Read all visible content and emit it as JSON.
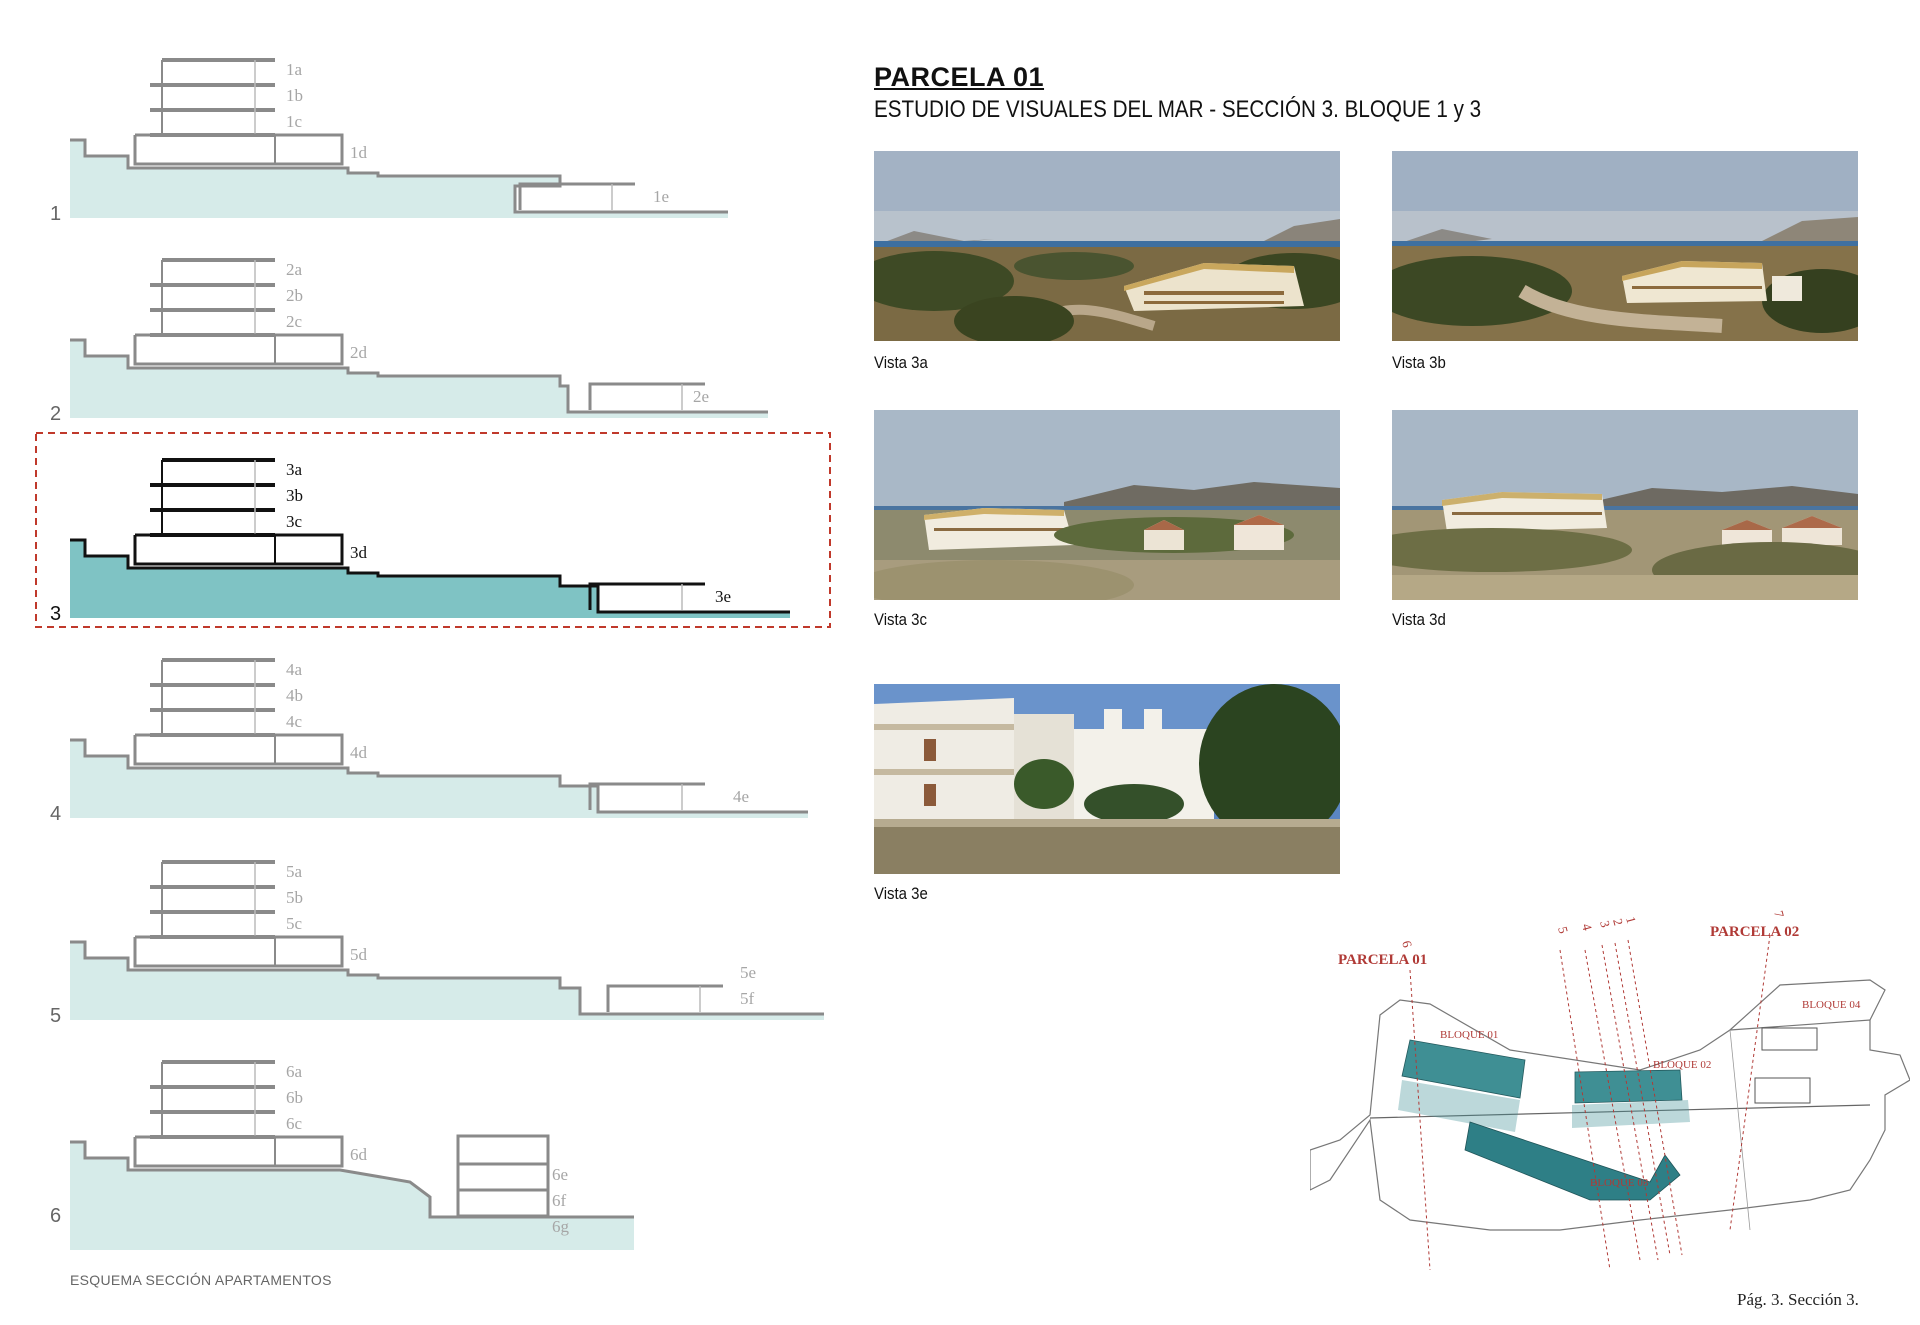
{
  "title": "PARCELA 01",
  "subtitle": "ESTUDIO DE VISUALES DEL MAR - SECCIÓN 3. BLOQUE 1 y 3",
  "sections": [
    {
      "number": "1",
      "labels": [
        "1a",
        "1b",
        "1c",
        "1d",
        "1e"
      ],
      "highlighted": false
    },
    {
      "number": "2",
      "labels": [
        "2a",
        "2b",
        "2c",
        "2d",
        "2e"
      ],
      "highlighted": false
    },
    {
      "number": "3",
      "labels": [
        "3a",
        "3b",
        "3c",
        "3d",
        "3e"
      ],
      "highlighted": true
    },
    {
      "number": "4",
      "labels": [
        "4a",
        "4b",
        "4c",
        "4d",
        "4e"
      ],
      "highlighted": false
    },
    {
      "number": "5",
      "labels": [
        "5a",
        "5b",
        "5c",
        "5d",
        "5e",
        "5f"
      ],
      "highlighted": false
    },
    {
      "number": "6",
      "labels": [
        "6a",
        "6b",
        "6c",
        "6d",
        "6e",
        "6f",
        "6g"
      ],
      "highlighted": false
    }
  ],
  "schema_caption": "ESQUEMA SECCIÓN APARTAMENTOS",
  "photos": [
    {
      "caption": "Vista 3a"
    },
    {
      "caption": "Vista 3b"
    },
    {
      "caption": "Vista 3c"
    },
    {
      "caption": "Vista 3d"
    },
    {
      "caption": "Vista 3e"
    }
  ],
  "site_plan": {
    "parcela1_label": "PARCELA 01",
    "parcela2_label": "PARCELA 02",
    "bloque01": "BLOQUE 01",
    "bloque02": "BLOQUE 02",
    "bloque03": "BLOQUE 03",
    "bloque04": "BLOQUE 04",
    "section_lines": [
      "6",
      "5",
      "4",
      "3",
      "2",
      "1",
      "7"
    ]
  },
  "page_number": "Pág. 3. Sección 3.",
  "colors": {
    "terrain_light": "#d6ebe9",
    "terrain_highlight": "#7fc3c4",
    "outline_grey": "#8a8a8a",
    "outline_black": "#111111",
    "label_grey": "#a6a6a6",
    "highlight_border": "#c0392b",
    "plan_red": "#b03a36",
    "block_teal": "#3f8f94"
  }
}
